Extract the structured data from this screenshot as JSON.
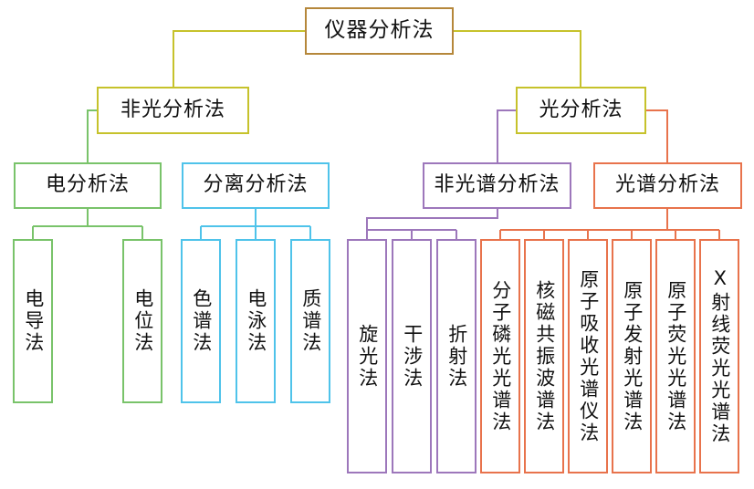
{
  "diagram": {
    "type": "hierarchy-tree",
    "title_node": "仪器分析法",
    "colors": {
      "root": "#b5873a",
      "branch_yellow": "#c6c22b",
      "electro_green": "#79c36a",
      "separation_cyan": "#4fc3ea",
      "nonspectral_purple": "#9d77bb",
      "spectral_orange": "#e8734c",
      "text": "#111111",
      "background": "#ffffff"
    },
    "nodes": {
      "root": {
        "label": "仪器分析法"
      },
      "level2": [
        {
          "label": "非光分析法"
        },
        {
          "label": "光分析法"
        }
      ],
      "level3": [
        {
          "label": "电分析法"
        },
        {
          "label": "分离分析法"
        },
        {
          "label": "非光谱分析法"
        },
        {
          "label": "光谱分析法"
        }
      ],
      "leaves_electro": [
        {
          "label": "电导法"
        },
        {
          "label": "电位法"
        }
      ],
      "leaves_separation": [
        {
          "label": "色谱法"
        },
        {
          "label": "电泳法"
        },
        {
          "label": "质谱法"
        }
      ],
      "leaves_nonspectral": [
        {
          "label": "旋光法"
        },
        {
          "label": "干涉法"
        },
        {
          "label": "折射法"
        }
      ],
      "leaves_spectral": [
        {
          "label": "分子磷光光谱法"
        },
        {
          "label": "核磁共振波谱法"
        },
        {
          "label": "原子吸收光谱仪法"
        },
        {
          "label": "原子发射光谱法"
        },
        {
          "label": "原子荧光光谱法"
        },
        {
          "label": "X射线荧光光谱法"
        }
      ]
    }
  }
}
